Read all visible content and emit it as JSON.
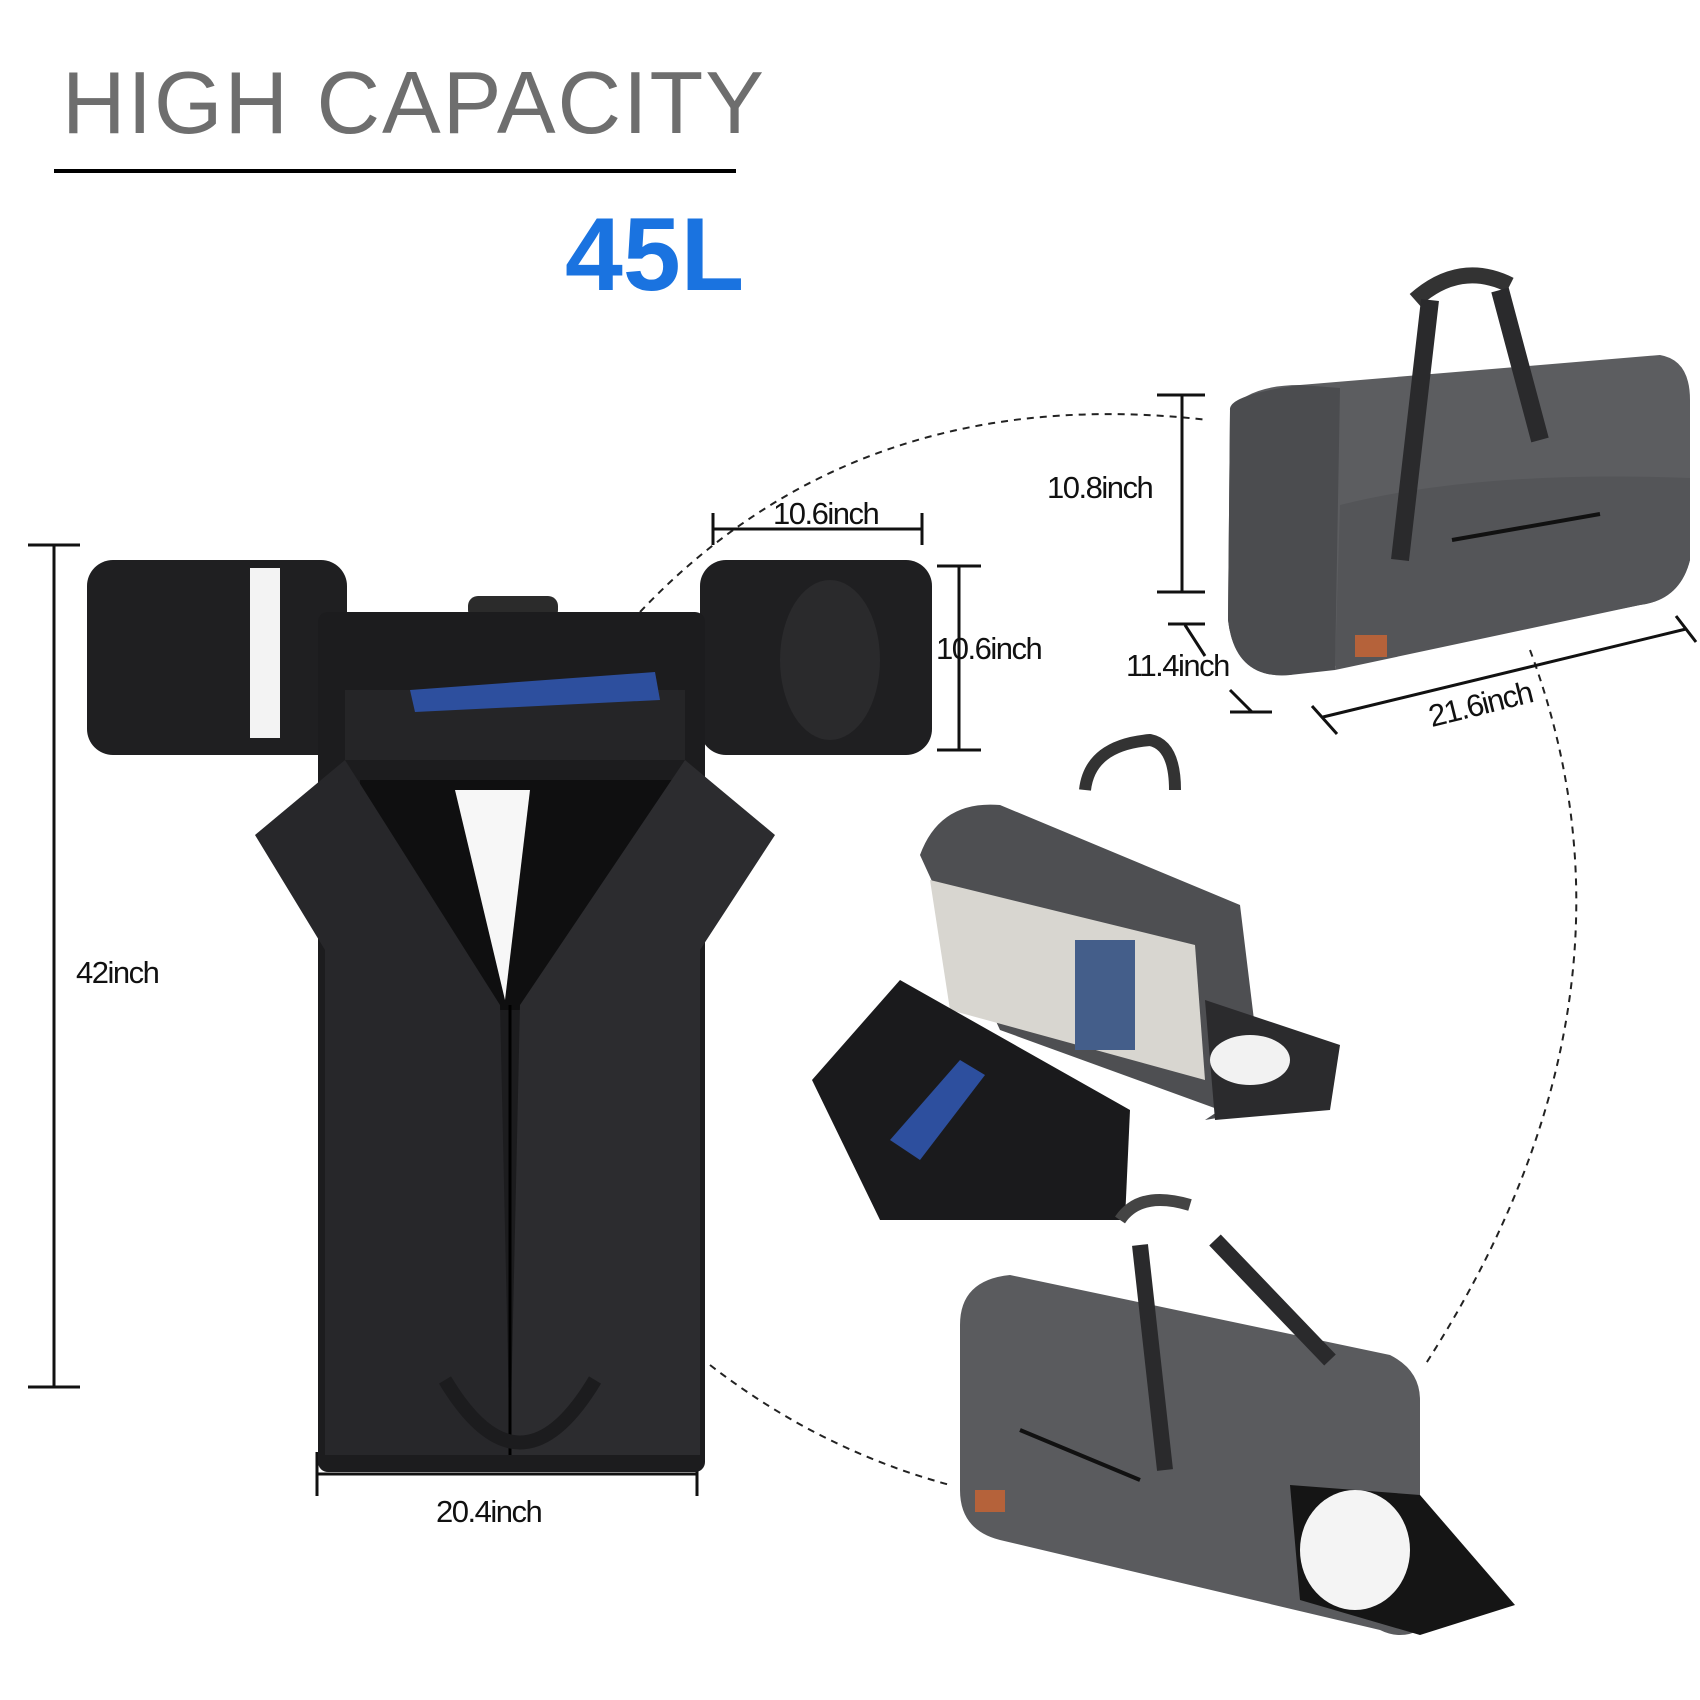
{
  "heading": {
    "title": "HIGH CAPACITY",
    "capacity": "45L"
  },
  "dimensions": {
    "garment_height": "42inch",
    "garment_width": "20.4inch",
    "side_pocket_width": "10.6inch",
    "side_pocket_height": "10.6inch",
    "duffel_height": "10.8inch",
    "duffel_depth": "11.4inch",
    "duffel_length": "21.6inch"
  },
  "colors": {
    "title": "#6e6e6e",
    "accent": "#1a73e0",
    "bag_gray": "#5c5d60",
    "bag_black": "#1c1c1e",
    "tag": "#b5623a"
  }
}
